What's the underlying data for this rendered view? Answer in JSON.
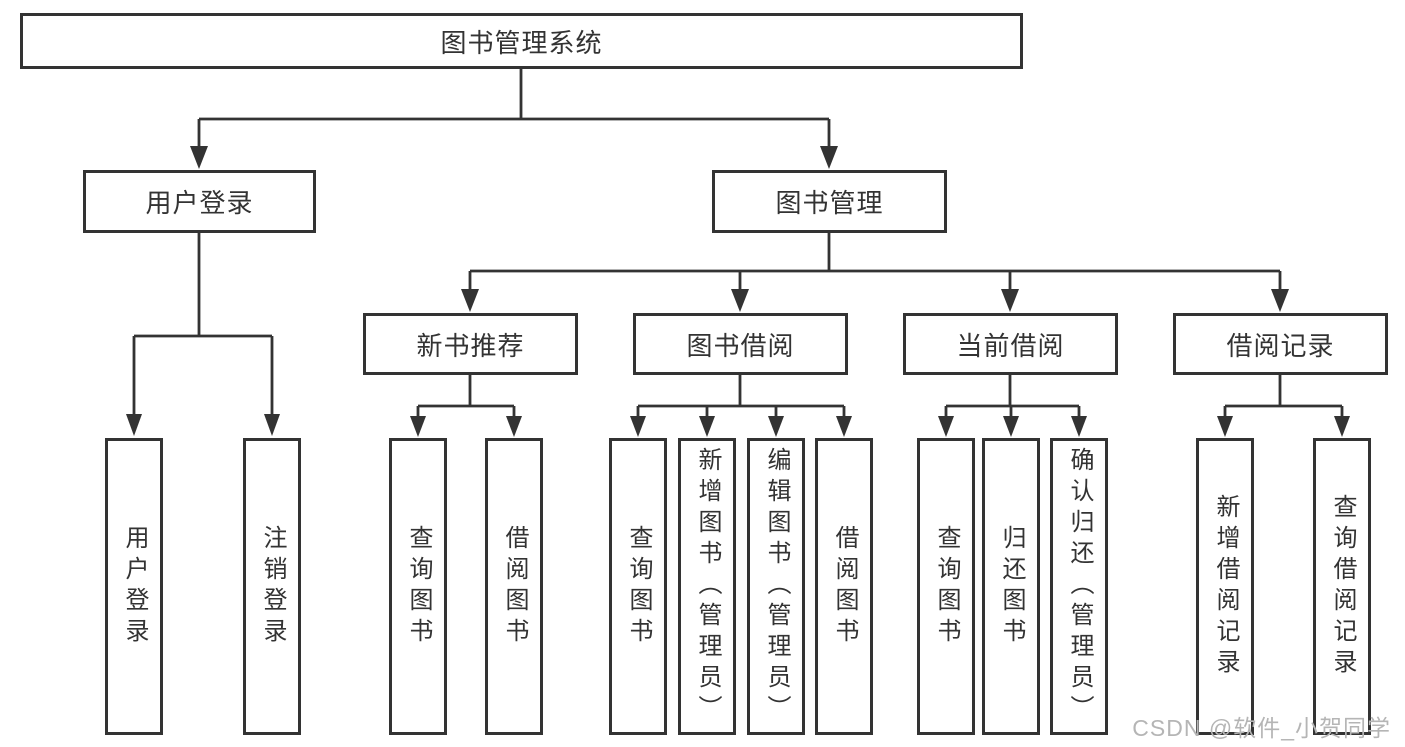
{
  "diagram_title": "图书管理系统",
  "tree": {
    "root": {
      "label": "图书管理系统",
      "children": [
        {
          "label": "用户登录",
          "children": [
            {
              "label": "用户登录"
            },
            {
              "label": "注销登录"
            }
          ]
        },
        {
          "label": "图书管理",
          "children": [
            {
              "label": "新书推荐",
              "children": [
                {
                  "label": "查询图书"
                },
                {
                  "label": "借阅图书"
                }
              ]
            },
            {
              "label": "图书借阅",
              "children": [
                {
                  "label": "查询图书"
                },
                {
                  "label": "新增图书（管理员）"
                },
                {
                  "label": "编辑图书（管理员）"
                },
                {
                  "label": "借阅图书"
                }
              ]
            },
            {
              "label": "当前借阅",
              "children": [
                {
                  "label": "查询图书"
                },
                {
                  "label": "归还图书"
                },
                {
                  "label": "确认归还（管理员）"
                }
              ]
            },
            {
              "label": "借阅记录",
              "children": [
                {
                  "label": "新增借阅记录"
                },
                {
                  "label": "查询借阅记录"
                }
              ]
            }
          ]
        }
      ]
    }
  },
  "watermark": {
    "text": "CSDN @软件_小贺同学"
  },
  "colors": {
    "line": "#333333",
    "box_background": "#ffffff",
    "page_background": "#ffffff",
    "watermark": "#b5b5b5"
  }
}
